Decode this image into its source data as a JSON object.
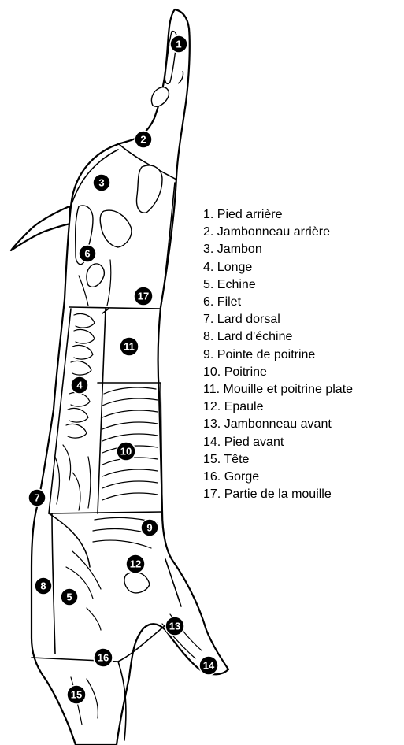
{
  "cuts": [
    {
      "number": "1",
      "label": "1. Pied arrière"
    },
    {
      "number": "2",
      "label": "2. Jambonneau arrière"
    },
    {
      "number": "3",
      "label": "3. Jambon"
    },
    {
      "number": "4",
      "label": "4. Longe"
    },
    {
      "number": "5",
      "label": "5. Echine"
    },
    {
      "number": "6",
      "label": "6. Filet"
    },
    {
      "number": "7",
      "label": "7. Lard dorsal"
    },
    {
      "number": "8",
      "label": "8. Lard d'échine"
    },
    {
      "number": "9",
      "label": "9. Pointe de poitrine"
    },
    {
      "number": "10",
      "label": "10. Poitrine"
    },
    {
      "number": "11",
      "label": "11. Mouille et poitrine plate"
    },
    {
      "number": "12",
      "label": "12. Epaule"
    },
    {
      "number": "13",
      "label": "13. Jambonneau avant"
    },
    {
      "number": "14",
      "label": "14. Pied avant"
    },
    {
      "number": "15",
      "label": "15. Tête"
    },
    {
      "number": "16",
      "label": "16. Gorge"
    },
    {
      "number": "17",
      "label": "17. Partie de la mouille"
    }
  ],
  "colors": {
    "line": "#000000",
    "badge": "#000000",
    "badge_text": "#ffffff"
  }
}
